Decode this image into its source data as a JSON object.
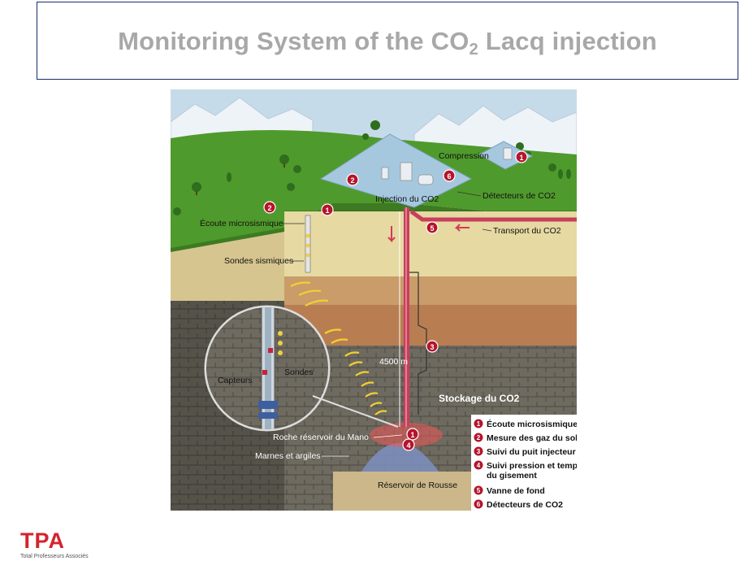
{
  "slide": {
    "title_main": "Monitoring System of the CO",
    "title_sub": "2",
    "title_end": " Lacq injection"
  },
  "diagram": {
    "callouts": {
      "compression": "Compression",
      "injection": "Injection du CO2",
      "detecteurs": "Détecteurs de CO2",
      "ecoute": "Écoute microsismique",
      "transport": "Transport du CO2",
      "sondes_sismiques": "Sondes sismiques",
      "depth": "4500 m",
      "capteurs": "Capteurs",
      "sondes": "Sondes",
      "stockage": "Stockage du CO2",
      "roche": "Roche réservoir du Mano",
      "marnes": "Marnes et argiles",
      "reservoir": "Réservoir de Rousse"
    },
    "markers": [
      "1",
      "2",
      "3",
      "4",
      "5",
      "6"
    ],
    "legend": [
      {
        "num": "1",
        "label": "Écoute microsismique"
      },
      {
        "num": "2",
        "label": "Mesure des gaz du sol"
      },
      {
        "num": "3",
        "label": "Suivi du puit injecteur"
      },
      {
        "num": "4",
        "label": "Suivi pression et température"
      },
      {
        "num": "",
        "label": "du gisement"
      },
      {
        "num": "5",
        "label": "Vanne de fond"
      },
      {
        "num": "6",
        "label": "Détecteurs de CO2"
      }
    ],
    "colors": {
      "marker": "#b5142b",
      "pipe": "#d14a64",
      "grass": "#4f9a2c",
      "sky": "#c6dbe9"
    }
  },
  "logo": {
    "name": "TPA",
    "subtitle": "Total Professeurs Associés"
  }
}
